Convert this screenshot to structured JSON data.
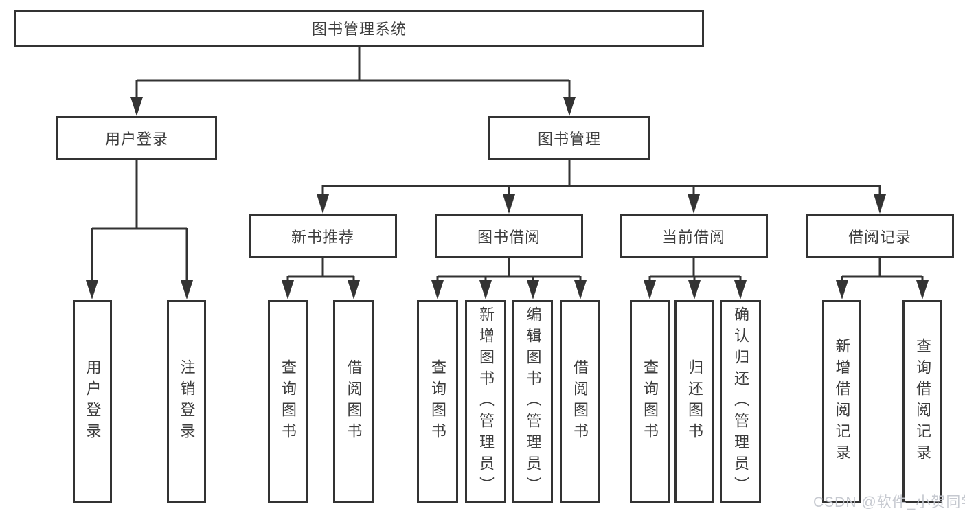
{
  "tree": {
    "root": "图书管理系统",
    "children": [
      {
        "label": "用户登录",
        "children": [
          "用户登录",
          "注销登录"
        ]
      },
      {
        "label": "图书管理",
        "children": [
          {
            "label": "新书推荐",
            "children": [
              "查询图书",
              "借阅图书"
            ]
          },
          {
            "label": "图书借阅",
            "children": [
              "查询图书",
              "新增图书（管理员）",
              "编辑图书（管理员）",
              "借阅图书"
            ]
          },
          {
            "label": "当前借阅",
            "children": [
              "查询图书",
              "归还图书",
              "确认归还（管理员）"
            ]
          },
          {
            "label": "借阅记录",
            "children": [
              "新增借阅记录",
              "查询借阅记录"
            ]
          }
        ]
      }
    ]
  },
  "watermark": "CSDN @软件_小贺同学",
  "colors": {
    "line": "#333333",
    "text": "#3d3d3d",
    "background": "#ffffff",
    "watermark": "#c3c6ce"
  }
}
